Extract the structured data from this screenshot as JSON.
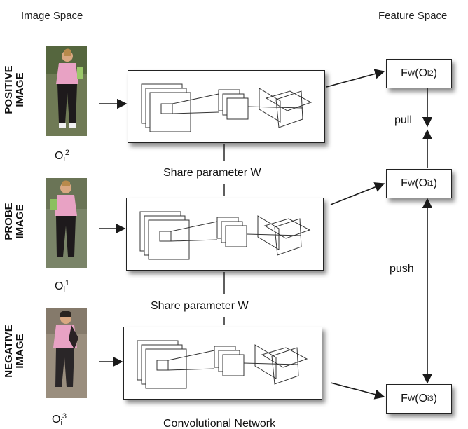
{
  "headers": {
    "image_space": "Image Space",
    "feature_space": "Feature Space"
  },
  "rows": [
    {
      "side_line1": "POSITIVE",
      "side_line2": "IMAGE",
      "var_base": "O",
      "var_sub": "i",
      "var_sup": "2"
    },
    {
      "side_line1": "PROBE",
      "side_line2": "IMAGE",
      "var_base": "O",
      "var_sub": "i",
      "var_sup": "1"
    },
    {
      "side_line1": "NEGATIVE",
      "side_line2": "IMAGE",
      "var_base": "O",
      "var_sub": "i",
      "var_sup": "3"
    }
  ],
  "features": [
    {
      "f": "F",
      "w": "W",
      "o": "(O",
      "i": "i",
      "sup": "2",
      "close": ")"
    },
    {
      "f": "F",
      "w": "W",
      "o": "(O",
      "i": "i",
      "sup": "1",
      "close": ")"
    },
    {
      "f": "F",
      "w": "W",
      "o": "(O",
      "i": "i",
      "sup": "3",
      "close": ")"
    }
  ],
  "labels": {
    "share_1": "Share parameter W",
    "share_2": "Share parameter W",
    "network": "Convolutional Network",
    "pull": "pull",
    "push": "push"
  },
  "colors": {
    "line": "#1a1a1a",
    "pink_shirt": "#e8a2c4",
    "dark_pants": "#1e1a1c",
    "skin": "#d9a882"
  }
}
